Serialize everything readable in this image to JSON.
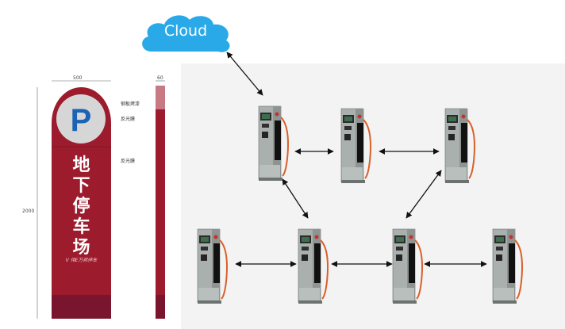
{
  "cloud": {
    "label": "Cloud",
    "color": "#29a9e8"
  },
  "sign": {
    "width_label": "500",
    "side_width_label": "60",
    "height_label": "2000",
    "parking_symbol": "P",
    "lines": [
      "地",
      "下",
      "停",
      "车",
      "场"
    ],
    "brand": "V 伟E万邦停车",
    "annotations": [
      "钢板烤漆",
      "反光膜",
      "反光膜"
    ],
    "color": "#9c1b2c"
  },
  "kiosks": [
    {
      "name": "kiosk-top-1"
    },
    {
      "name": "kiosk-top-2"
    },
    {
      "name": "kiosk-top-3"
    },
    {
      "name": "kiosk-bottom-1"
    },
    {
      "name": "kiosk-bottom-2"
    },
    {
      "name": "kiosk-bottom-3"
    },
    {
      "name": "kiosk-bottom-4"
    }
  ],
  "connections": [
    {
      "from": "cloud",
      "to": "kiosk-top-1"
    },
    {
      "from": "kiosk-top-1",
      "to": "kiosk-top-2"
    },
    {
      "from": "kiosk-top-2",
      "to": "kiosk-top-3"
    },
    {
      "from": "kiosk-top-1",
      "to": "kiosk-bottom-2"
    },
    {
      "from": "kiosk-top-3",
      "to": "kiosk-bottom-3"
    },
    {
      "from": "kiosk-bottom-1",
      "to": "kiosk-bottom-2"
    },
    {
      "from": "kiosk-bottom-2",
      "to": "kiosk-bottom-3"
    },
    {
      "from": "kiosk-bottom-3",
      "to": "kiosk-bottom-4"
    }
  ]
}
